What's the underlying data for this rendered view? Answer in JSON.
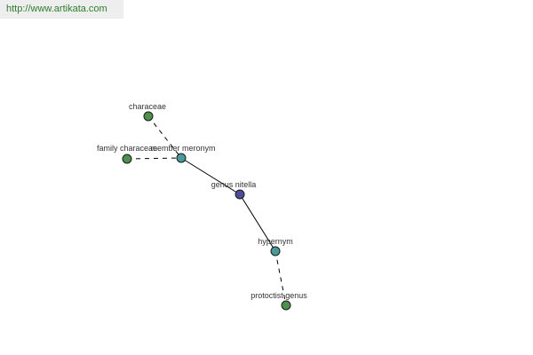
{
  "header": {
    "url_text": "http://www.artikata.com"
  },
  "colors": {
    "edge": "#000000",
    "node_stroke": "#1a1a1a",
    "node_green": "#4e8f4e",
    "node_teal": "#4a9a9a",
    "node_blue": "#4d4d99",
    "watermark_bg": "#eeeeee",
    "watermark_text": "#2e7d2e"
  },
  "graph": {
    "nodes": [
      {
        "id": "characeae",
        "label": "characeae",
        "kind": "leaf",
        "color": "#4e8f4e"
      },
      {
        "id": "family-characeae",
        "label": "family characeae",
        "kind": "leaf",
        "color": "#4e8f4e"
      },
      {
        "id": "member-meronym",
        "label": "member meronym",
        "kind": "relation",
        "color": "#4a9a9a"
      },
      {
        "id": "genus-nitella",
        "label": "genus nitella",
        "kind": "center",
        "color": "#4d4d99"
      },
      {
        "id": "hypernym",
        "label": "hypernym",
        "kind": "relation",
        "color": "#4a9a9a"
      },
      {
        "id": "protoctist-genus",
        "label": "protoctist genus",
        "kind": "leaf",
        "color": "#4e8f4e"
      }
    ],
    "edges": [
      {
        "from": "characeae",
        "to": "member-meronym",
        "style": "dashed"
      },
      {
        "from": "family-characeae",
        "to": "member-meronym",
        "style": "dashed"
      },
      {
        "from": "member-meronym",
        "to": "genus-nitella",
        "style": "solid"
      },
      {
        "from": "genus-nitella",
        "to": "hypernym",
        "style": "solid"
      },
      {
        "from": "hypernym",
        "to": "protoctist-genus",
        "style": "dashed"
      }
    ]
  }
}
